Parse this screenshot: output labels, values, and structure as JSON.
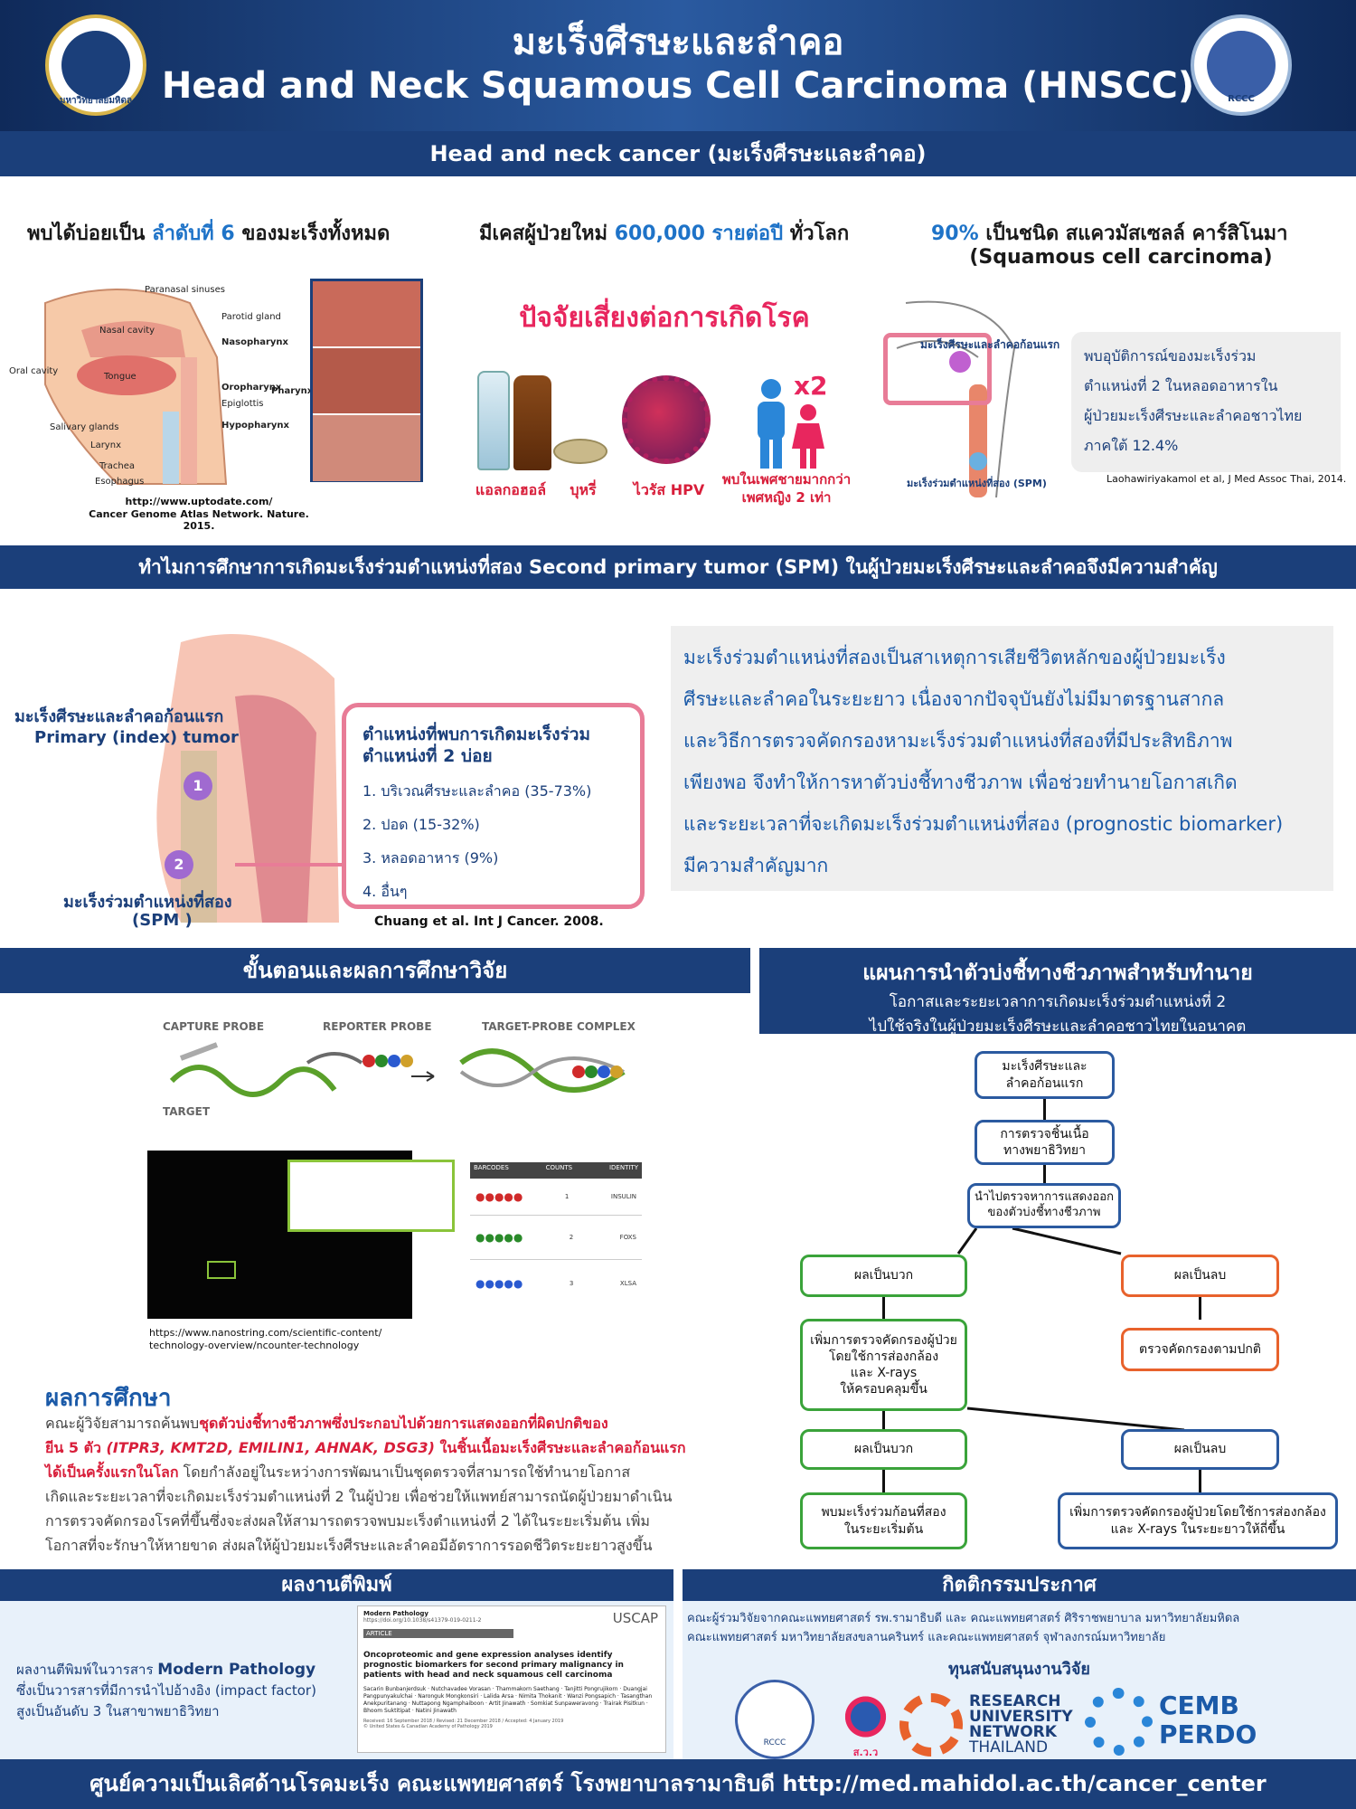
{
  "header": {
    "title_th": "มะเร็งศีรษะและลำคอ",
    "title_en": "Head and Neck Squamous Cell Carcinoma (HNSCC)",
    "logo_left_text": "มหาวิทยาลัยมหิดล",
    "logo_right_text": "RCCC"
  },
  "section1": {
    "band": "Head and neck cancer (มะเร็งศีรษะและลำคอ)",
    "stat1_pre": "พบได้บ่อยเป็น",
    "stat1_hl": "ลำดับที่ 6",
    "stat1_post": "ของมะเร็งทั้งหมด",
    "stat2_pre": "มีเคสผู้ป่วยใหม่",
    "stat2_hl": "600,000 รายต่อปี",
    "stat2_post": "ทั่วโลก",
    "stat3_hl": "90%",
    "stat3_post": "เป็นชนิด สแควมัสเซลล์ คาร์สิโนมา",
    "stat3_en": "(Squamous cell carcinoma)",
    "anatomy_labels": [
      "Paranasal sinuses",
      "Nasal cavity",
      "Oral cavity",
      "Tongue",
      "Salivary glands",
      "Larynx",
      "Trachea",
      "Esophagus",
      "Parotid gland",
      "Nasopharynx",
      "Oropharynx",
      "Epiglottis",
      "Hypopharynx",
      "Pharynx"
    ],
    "source1": "http://www.uptodate.com/",
    "source2": "Cancer Genome Atlas Network. Nature. 2015.",
    "risk_title": "ปัจจัยเสี่ยงต่อการเกิดโรค",
    "risk_alcohol": "แอลกอฮอล์",
    "risk_smoking": "บุหรี่",
    "risk_hpv": "ไวรัส HPV",
    "risk_gender_1": "พบในเพศชายมากกว่า",
    "risk_gender_2": "เพศหญิง 2 เท่า",
    "risk_x2": "x2",
    "diagram_first": "มะเร็งศีรษะและลำคอก้อนแรก",
    "diagram_spm": "มะเร็งร่วมตำแหน่งที่สอง (SPM)",
    "thai_stat_lines": [
      "พบอุบัติการณ์ของมะเร็งร่วม",
      "ตำแหน่งที่ 2 ในหลอดอาหารใน",
      "ผู้ป่วยมะเร็งศีรษะและลำคอชาวไทย",
      "ภาคใต้ 12.4%"
    ],
    "thai_stat_ref": "Laohawiriyakamol et al, J Med Assoc Thai, 2014."
  },
  "section2": {
    "band": "ทำไมการศึกษาการเกิดมะเร็งร่วมตำแหน่งที่สอง Second primary tumor (SPM) ในผู้ป่วยมะเร็งศีรษะและลำคอจึงมีความสำคัญ",
    "primary_th": "มะเร็งศีรษะและลำคอก้อนแรก",
    "primary_en": "Primary (index) tumor",
    "spm_th": "มะเร็งร่วมตำแหน่งที่สอง",
    "spm_en": "(SPM )",
    "marker1": "1",
    "marker2": "2",
    "box_title_1": "ตำแหน่งที่พบการเกิดมะเร็งร่วม",
    "box_title_2": "ตำแหน่งที่ 2 บ่อย",
    "sites": [
      "1.  บริเวณศีรษะและลำคอ (35-73%)",
      "2. ปอด (15-32%)",
      "3. หลอดอาหาร (9%)",
      "4. อื่นๆ"
    ],
    "ref": "Chuang et al. Int J Cancer. 2008.",
    "para_lines": [
      "มะเร็งร่วมตำแหน่งที่สองเป็นสาเหตุการเสียชีวิตหลักของผู้ป่วยมะเร็ง",
      "ศีรษะและลำคอในระยะยาว  เนื่องจากปัจจุบันยังไม่มีมาตรฐานสากล",
      "และวิธีการตรวจคัดกรองหามะเร็งร่วมตำแหน่งที่สองที่มีประสิทธิภาพ",
      "เพียงพอ จึงทำให้การหาตัวบ่งชี้ทางชีวภาพ เพื่อช่วยทำนายโอกาสเกิด",
      "และระยะเวลาที่จะเกิดมะเร็งร่วมตำแหน่งที่สอง (prognostic biomarker)",
      "มีความสำคัญมาก"
    ]
  },
  "section3": {
    "band": "ขั้นตอนและผลการศึกษาวิจัย",
    "capture": "CAPTURE PROBE",
    "reporter": "REPORTER PROBE",
    "complex": "TARGET-PROBE COMPLEX",
    "target": "TARGET",
    "tbl_headers": [
      "BARCODES",
      "COUNTS",
      "IDENTITY"
    ],
    "tbl_counts": [
      "1",
      "2",
      "3"
    ],
    "tbl_ids": [
      "INSULIN",
      "FOXS",
      "XLSA"
    ],
    "source_1": "https://www.nanostring.com/scientific-content/",
    "source_2": "technology-overview/ncounter-technology",
    "results_title": "ผลการศึกษา",
    "r_line1_pre": "คณะผู้วิจัยสามารถค้นพบ",
    "r_line1_red": "ชุดตัวบ่งชี้ทางชีวภาพซึ่งประกอบไปด้วยการแสดงออกที่ผิดปกติของ",
    "r_line2_red": "ยีน 5 ตัว ",
    "r_line2_genes": "(ITPR3, KMT2D, EMILIN1, AHNAK, DSG3)",
    "r_line2_red2": " ในชิ้นเนื้อมะเร็งศีรษะและลำคอก้อนแรก",
    "r_line3_red": "ได้เป็นครั้งแรกในโลก",
    "r_line3_post": "  โดยกำลังอยู่ในระหว่างการพัฒนาเป็นชุดตรวจที่สามารถใช้ทำนายโอกาส",
    "r_line4": "เกิดและระยะเวลาที่จะเกิดมะเร็งร่วมตำแหน่งที่ 2 ในผู้ป่วย เพื่อช่วยให้แพทย์สามารถนัดผู้ป่วยมาดำเนิน",
    "r_line5": "การตรวจคัดกรองโรคที่ขึ้นซึ่งจะส่งผลให้สามารถตรวจพบมะเร็งตำแหน่งที่ 2 ได้ในระยะเริ่มต้น เพิ่ม",
    "r_line6": "โอกาสที่จะรักษาให้หายขาด ส่งผลให้ผู้ป่วยมะเร็งศีรษะและลำคอมีอัตราการรอดชีวิตระยะยาวสูงขึ้น"
  },
  "section4": {
    "band_title": "แผนการนำตัวบ่งชี้ทางชีวภาพสำหรับทำนาย",
    "band_sub1": "โอกาสและระยะเวลาการเกิดมะเร็งร่วมตำแหน่งที่ 2",
    "band_sub2": "ไปใช้จริงในผู้ป่วยมะเร็งศีรษะและลำคอชาวไทยในอนาคต",
    "f1": "มะเร็งศีรษะและ\nลำคอก้อนแรก",
    "f2": "การตรวจชิ้นเนื้อ\nทางพยาธิวิทยา",
    "f3": "นำไปตรวจหาการแสดงออก\nของตัวบ่งชี้ทางชีวภาพ",
    "f4": "ผลเป็นบวก",
    "f5": "ผลเป็นลบ",
    "f6": "เพิ่มการตรวจคัดกรองผู้ป่วย\nโดยใช้การส่องกล้อง\nและ X-rays\nให้ครอบคลุมขึ้น",
    "f7": "ตรวจคัดกรองตามปกติ",
    "f8": "ผลเป็นบวก",
    "f9": "ผลเป็นลบ",
    "f10": "พบมะเร็งร่วมก้อนที่สอง\nในระยะเริ่มต้น",
    "f11": "เพิ่มการตรวจคัดกรองผู้ป่วยโดยใช้การส่องกล้อง\nและ X-rays ในระยะยาวให้ถี่ขึ้น"
  },
  "section5": {
    "band": "ผลงานตีพิมพ์",
    "text_1": "ผลงานตีพิมพ์ในวารสาร ",
    "journal": "Modern Pathology",
    "text_2": "ซึ่งเป็นวารสารที่มีการนำไปอ้างอิง (impact factor)",
    "text_3": "สูงเป็นอันดับ 3 ในสาขาพยาธิวิทยา",
    "paper_journal": "Modern Pathology",
    "paper_doi": "https://doi.org/10.1038/s41379-019-0211-2",
    "paper_label": "ARTICLE",
    "paper_title": "Oncoproteomic and gene expression analyses identify prognostic biomarkers for second primary malignancy in patients with head and neck squamous cell carcinoma",
    "paper_authors": "Sacarin Bunbanjerdsuk · Nutchavadee Vorasan · Thammakorn Saethang · Tanjitti Pongrujikorn · Duangjai Pangpunyakulchai · Naronguk Mongkonsiri · Lalida Arsa · Nimita Thokanit · Wanzi Pongsapich · Tasangthan Anekpuritanang · Nuttapong Ngamphaiboon · Artit Jinawath · Somkiat Sunpaweravong · Trairak Pisitkun · Bhoom Suktitipat · Natini Jinawath",
    "paper_dates": "Received: 16 September 2018 / Revised: 21 December 2018 / Accepted: 4 January 2019",
    "paper_copy": "© United States & Canadian Academy of Pathology 2019",
    "uscap": "USCAP"
  },
  "section6": {
    "band": "กิตติกรรมประกาศ",
    "line1": "คณะผู้ร่วมวิจัยจากคณะแพทยศาสตร์ รพ.รามาธิบดี และ คณะแพทยศาสตร์ ศิริราชพยาบาล มหาวิทยาลัยมหิดล",
    "line2": "คณะแพทยศาสตร์ มหาวิทยาลัยสงขลานครินทร์  และคณะแพทยศาสตร์ จุฬาลงกรณ์มหาวิทยาลัย",
    "funding": "ทุนสนับสนุนงานวิจัย",
    "rccc": "RCCC",
    "sor": "ส.ว.ว",
    "run1": "RESEARCH",
    "run2": "UNIVERSITY",
    "run3": "NETWORK",
    "run4": "THAILAND",
    "cemb1": "CEMB",
    "cemb2": "PERDO"
  },
  "footer": {
    "text": "ศูนย์ความเป็นเลิศด้านโรคมะเร็ง คณะแพทยศาสตร์ โรงพยาบาลรามาธิบดี http://med.mahidol.ac.th/cancer_center"
  },
  "colors": {
    "navy": "#1b3f7a",
    "accent_blue": "#1e73c8",
    "red": "#d81e3a",
    "pink_border": "#e87c97",
    "green": "#3aa33a",
    "orange": "#e8622c"
  }
}
